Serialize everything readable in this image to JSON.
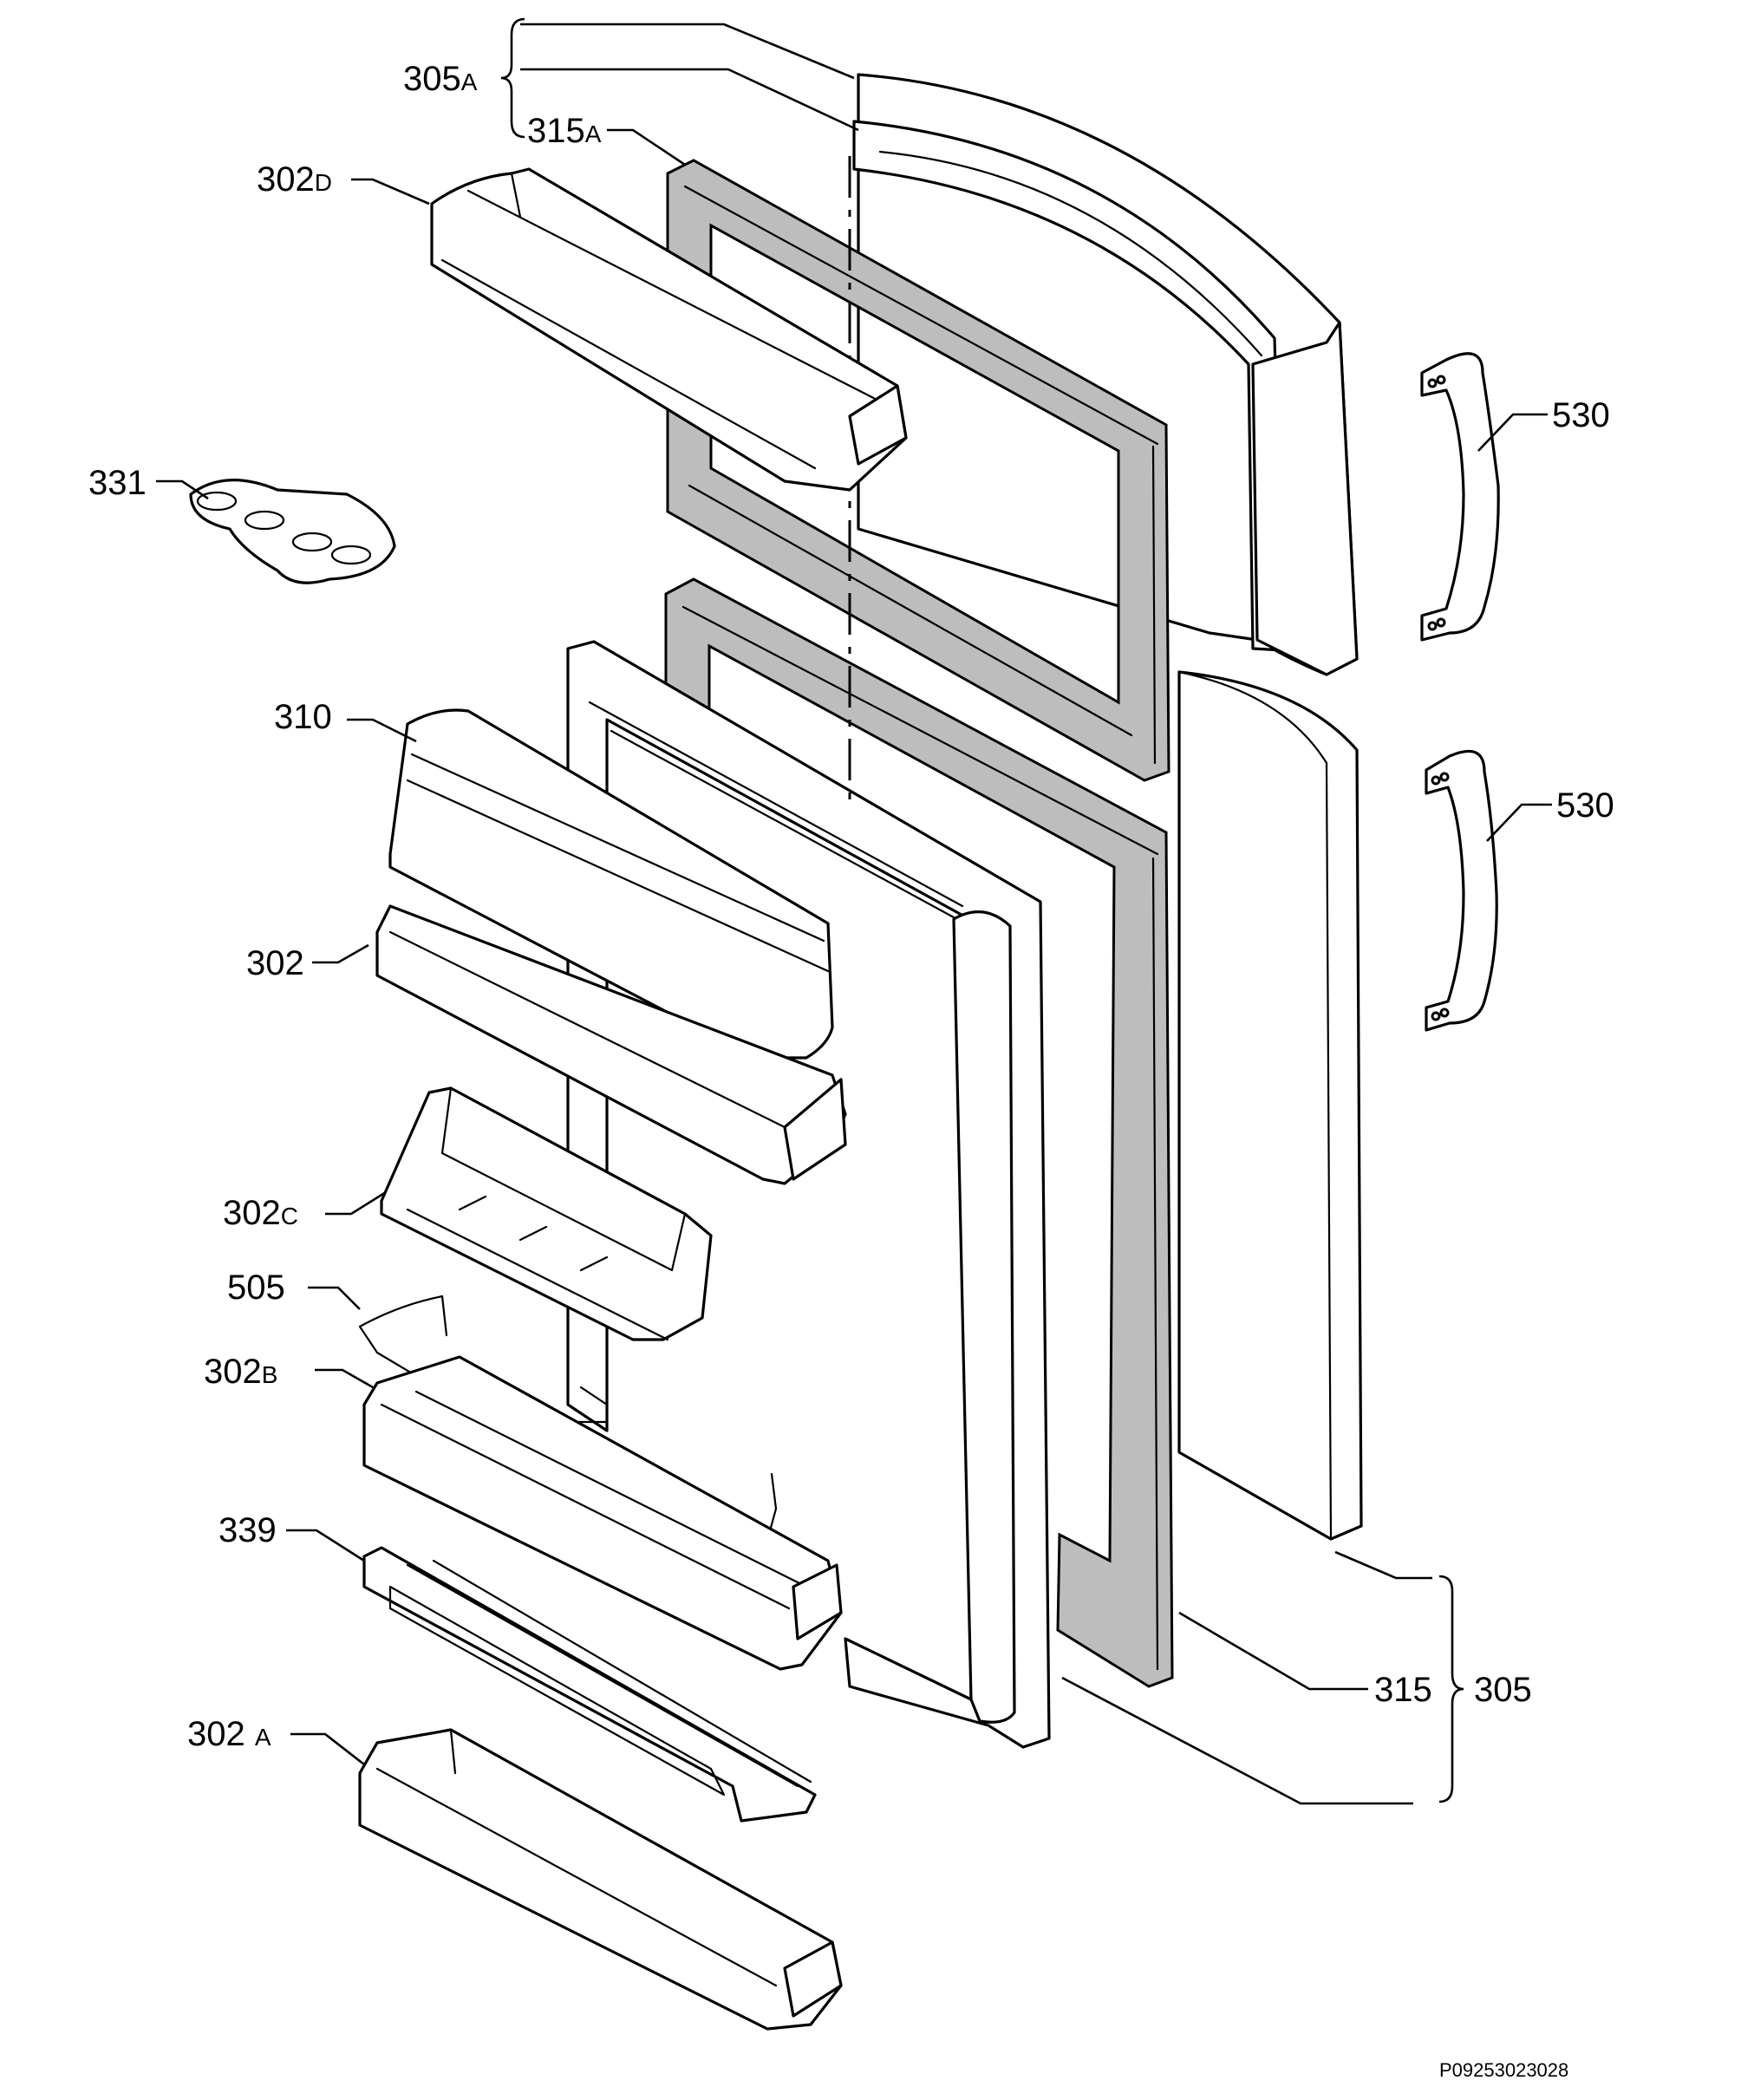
{
  "labels": {
    "l305a": "305",
    "l305a_suffix": "A",
    "l315a": "315",
    "l315a_suffix": "A",
    "l302d": "302",
    "l302d_suffix": "D",
    "l331": "331",
    "l530_top": "530",
    "l530_bottom": "530",
    "l310": "310",
    "l302": "302",
    "l302c": "302",
    "l302c_suffix": "C",
    "l505": "505",
    "l302b": "302",
    "l302b_suffix": "B",
    "l339": "339",
    "l302a": "302 ",
    "l302a_suffix": "A",
    "l315": "315",
    "l305": "305"
  },
  "drawing_code": "P09253023028",
  "colors": {
    "line": "#000000",
    "background": "#ffffff",
    "gasket_fill": "#bdbdbd"
  }
}
